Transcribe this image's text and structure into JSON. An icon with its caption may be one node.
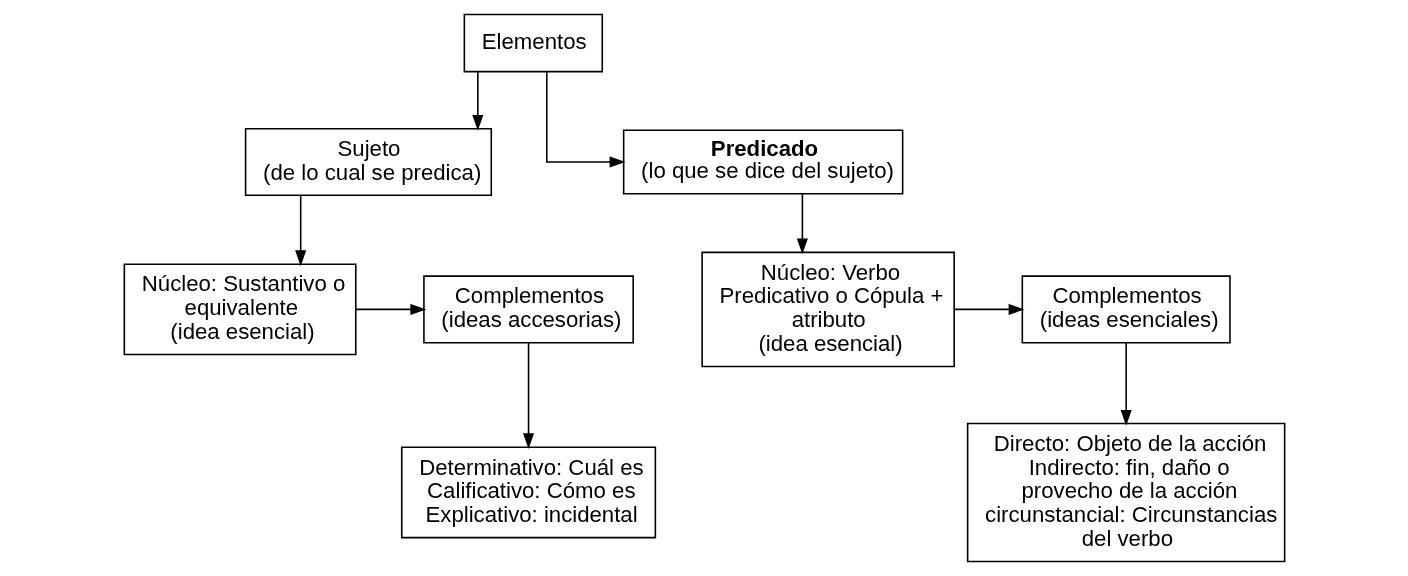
{
  "diagram": {
    "nodes": [
      {
        "text": [
          "Elementos"
        ]
      },
      {
        "text": [
          "Sujeto",
          "(de lo cual se predica)"
        ]
      },
      {
        "text": [
          "Predicado",
          "(lo que se dice del sujeto)"
        ]
      },
      {
        "text": [
          "Núcleo: Sustantivo o equivalente",
          "(idea esencial)"
        ]
      },
      {
        "text": [
          "Complementos",
          "(ideas accesorias)"
        ]
      },
      {
        "text": [
          "Determinativo: Cuál es",
          "Calificativo: Cómo es",
          "Explicativo: incidental"
        ]
      },
      {
        "text": [
          "Núcleo: Verbo Predicativo o Cópula + atributo",
          "(idea esencial)"
        ]
      },
      {
        "text": [
          "Complementos",
          "(ideas esenciales)"
        ]
      },
      {
        "text": [
          "Directo: Objeto de la acción",
          "Indirecto: fin, daño o provecho de la acción",
          "circunstancial: Circunstancias del verbo"
        ]
      }
    ],
    "edges": [
      {
        "from": 0,
        "to": 1,
        "arrow": "to"
      },
      {
        "from": 0,
        "to": 2,
        "arrow": "to"
      },
      {
        "from": 1,
        "to": 3,
        "arrow": "to"
      },
      {
        "from": 3,
        "to": 4,
        "arrow": "to"
      },
      {
        "from": 4,
        "to": 5,
        "arrow": "to"
      },
      {
        "from": 2,
        "to": 6,
        "arrow": "to"
      },
      {
        "from": 6,
        "to": 7,
        "arrow": "to"
      },
      {
        "from": 7,
        "to": 8,
        "arrow": "to"
      }
    ]
  }
}
